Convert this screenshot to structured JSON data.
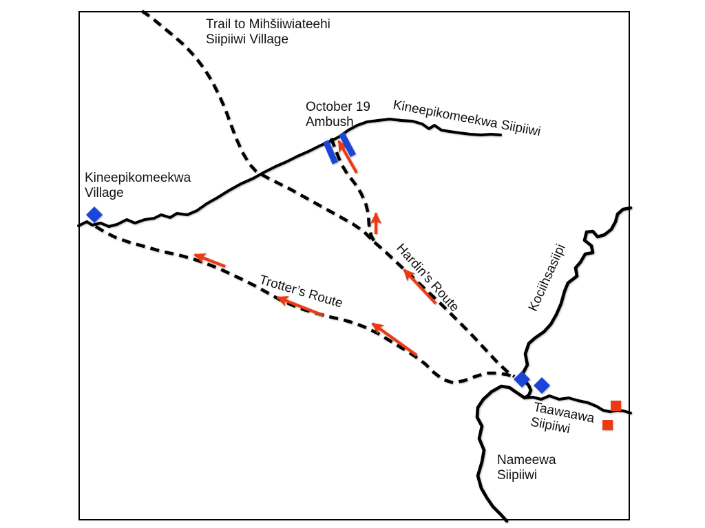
{
  "map": {
    "colors": {
      "marker_blue": "#1B45D7",
      "marker_red": "#EE3A12",
      "ink": "#000000",
      "background": "#FFFFFF"
    },
    "labels": {
      "trail_north": {
        "line1": "Trail to Mihšiiwiateehi",
        "line2": "Siipiiwi Village"
      },
      "ambush": {
        "line1": "October 19",
        "line2": "Ambush"
      },
      "river_kineepikomeekwa": "Kineepikomeekwa Siipiiwi",
      "village_kineepikomeekwa": {
        "line1": "Kineepikomeekwa",
        "line2": "Village"
      },
      "route_trotter": "Trotter’s Route",
      "route_hardin": "Hardin’s Route",
      "river_kociihsasiipi": "Kociihsasiipi",
      "river_taawaawa": {
        "line1": "Taawaawa",
        "line2": "Siipiiwi"
      },
      "river_nameewa": {
        "line1": "Nameewa",
        "line2": "Siipiiwi"
      }
    }
  }
}
